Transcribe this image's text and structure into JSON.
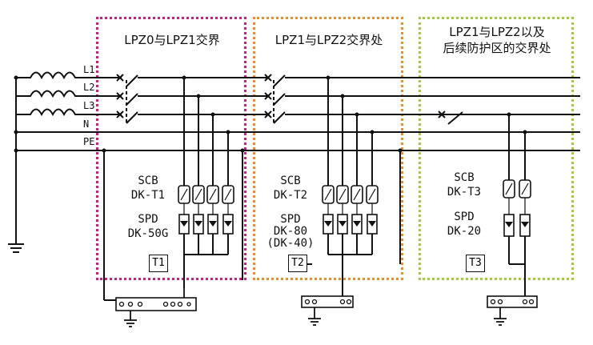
{
  "line_labels": [
    "L1",
    "L2",
    "L3",
    "N",
    "PE"
  ],
  "zones": [
    {
      "title": "LPZ0与LPZ1交界",
      "scb_label": "SCB",
      "scb_model": "DK-T1",
      "spd_label": "SPD",
      "spd_model": "DK-50G",
      "spd_alt": "",
      "tag": "T1"
    },
    {
      "title": "LPZ1与LPZ2交界处",
      "scb_label": "SCB",
      "scb_model": "DK-T2",
      "spd_label": "SPD",
      "spd_model": "DK-80",
      "spd_alt": "(DK-40)",
      "tag": "T2"
    },
    {
      "title_line1": "LPZ1与LPZ2以及",
      "title_line2": "后续防护区的交界处",
      "scb_label": "SCB",
      "scb_model": "DK-T3",
      "spd_label": "SPD",
      "spd_model": "DK-20",
      "tag": "T3"
    }
  ],
  "colors": {
    "zone0_border": "#d6177b",
    "zone1_border": "#f08a24",
    "zone2_border": "#a3c93a",
    "wire": "#111111"
  }
}
